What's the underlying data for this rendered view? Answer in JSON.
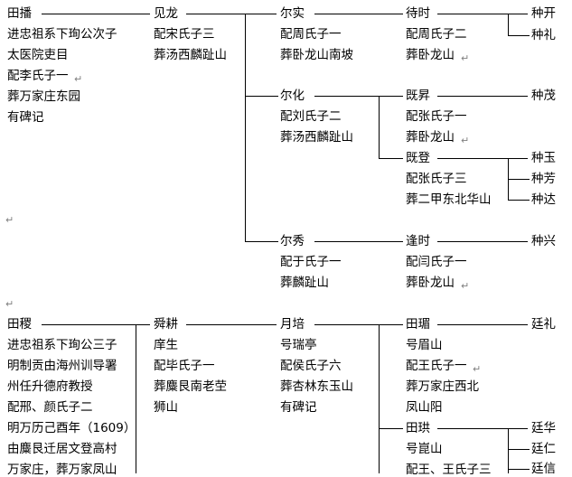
{
  "return_mark": "↵",
  "gen1": {
    "name": "田播",
    "lines": [
      "进忠祖系下珣公次子",
      "太医院吏目",
      "配李氏子一",
      "葬万家庄东园",
      "有碑记"
    ]
  },
  "gen2": {
    "name": "见龙",
    "lines": [
      "配宋氏子三",
      "葬汤西麟趾山"
    ]
  },
  "gen3a": {
    "name": "尔实",
    "lines": [
      "配周氏子一",
      "葬卧龙山南坡"
    ]
  },
  "gen3b": {
    "name": "尔化",
    "lines": [
      "配刘氏子二",
      "葬汤西麟趾山"
    ]
  },
  "gen3c": {
    "name": "尔秀",
    "lines": [
      "配于氏子一",
      "葬麟趾山"
    ]
  },
  "gen4a": {
    "name": "待时",
    "lines": [
      "配周氏子二",
      "葬卧龙山"
    ]
  },
  "gen4b": {
    "name": "既昇",
    "lines": [
      "配张氏子一",
      "葬卧龙山"
    ]
  },
  "gen4c": {
    "name": "既登",
    "lines": [
      "配张氏子三",
      "葬二甲东北华山"
    ]
  },
  "gen4d": {
    "name": "逢时",
    "lines": [
      "配闫氏子一",
      "葬卧龙山"
    ]
  },
  "gen5": {
    "kai": "种开",
    "li": "种礼",
    "mao": "种茂",
    "yu": "种玉",
    "fang": "种芳",
    "da": "种达",
    "xing": "种兴"
  },
  "tree2": {
    "g1": {
      "name": "田稷",
      "lines": [
        "进忠祖系下珣公三子",
        "明制贡由海州训导署",
        "州任升德府教授",
        "配邢、颜氏子二",
        "明万历己酉年（1609）",
        "由麋艮迁居文登高村",
        "万家庄，葬万家凤山"
      ]
    },
    "g2": {
      "name": "舜耕",
      "lines": [
        "庠生",
        "配毕氏子一",
        "葬麋艮南老茔",
        "狮山"
      ]
    },
    "g3": {
      "name": "月培",
      "lines": [
        "号瑞亭",
        "配侯氏子六",
        "葬杏林东玉山",
        "有碑记"
      ]
    },
    "g4a": {
      "name": "田瑂",
      "lines": [
        "号眉山",
        "配王氏子一",
        "葬万家庄西北",
        "凤山阳"
      ]
    },
    "g4b": {
      "name": "田珙",
      "lines": [
        "号崑山",
        "配王、王氏子三"
      ]
    },
    "g5": {
      "li": "廷礼",
      "hua": "廷华",
      "ren": "廷仁",
      "xin": "廷信"
    }
  }
}
